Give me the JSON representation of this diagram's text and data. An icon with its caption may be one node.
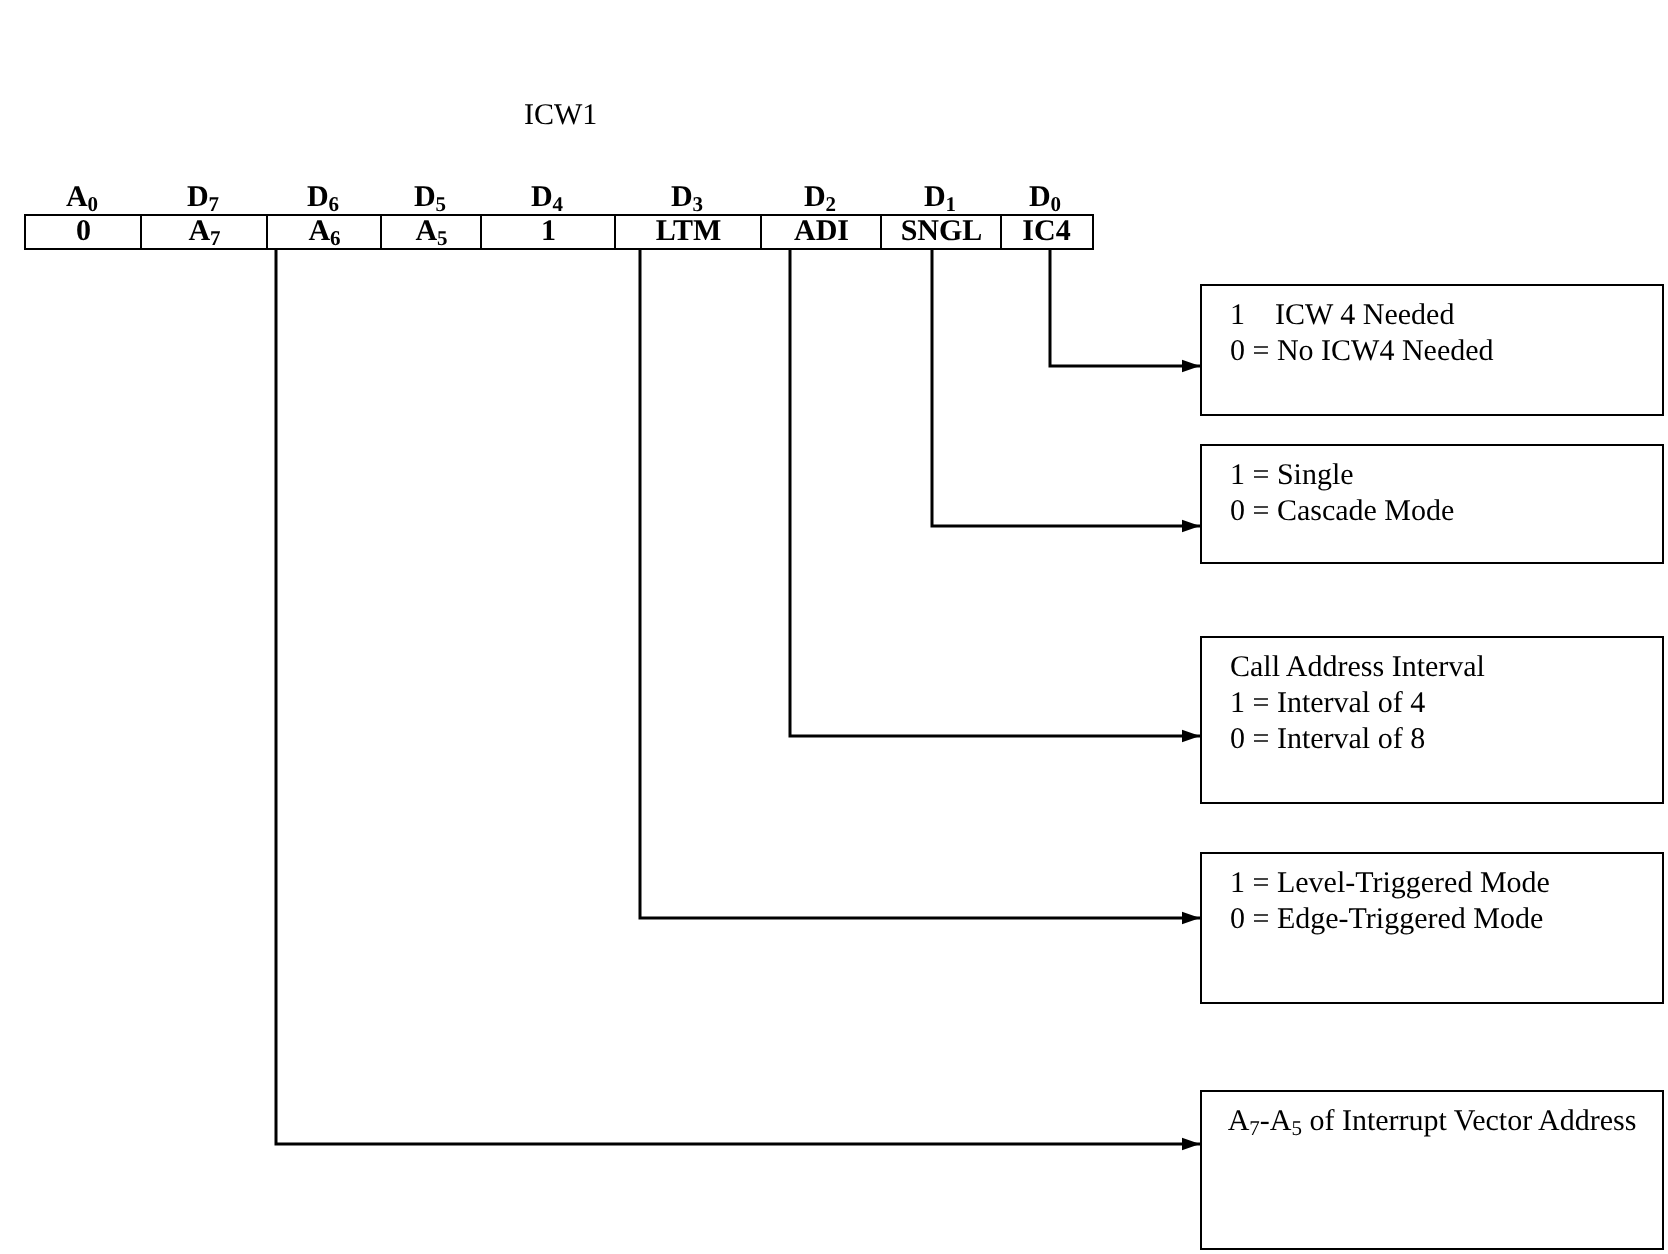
{
  "diagram": {
    "title": "ICW1",
    "nodes": [
      {
        "text": [
          "0"
        ]
      },
      {
        "text": [
          "A$_{7}$"
        ]
      },
      {
        "text": [
          "A$_{6}$"
        ]
      },
      {
        "text": [
          "A$_{5}$"
        ]
      },
      {
        "text": [
          "1"
        ]
      },
      {
        "text": [
          "LTM"
        ]
      },
      {
        "text": [
          "ADI"
        ]
      },
      {
        "text": [
          "SNGL"
        ]
      },
      {
        "text": [
          "IC4"
        ]
      },
      {
        "text": [
          "1    ICW 4 Needed",
          "0 = No ICW4 Needed"
        ]
      },
      {
        "text": [
          "1 = Single",
          "0 = Cascade Mode"
        ]
      },
      {
        "text": [
          "Call Address Interval",
          "1 = Interval of 4",
          "0 = Interval of 8"
        ]
      },
      {
        "text": [
          "1 = Level-Triggered Mode",
          "0 = Edge-Triggered Mode"
        ]
      },
      {
        "text": [
          "A$_{7}$-A$_{5}$ of Interrupt Vector Address"
        ]
      }
    ],
    "edges": [
      {
        "from": 8,
        "to": 9,
        "arrow": "to"
      },
      {
        "from": 7,
        "to": 10,
        "arrow": "to"
      },
      {
        "from": 6,
        "to": 11,
        "arrow": "to"
      },
      {
        "from": 5,
        "to": 12,
        "arrow": "to"
      },
      {
        "from": 2,
        "to": 13,
        "arrow": "to"
      }
    ],
    "labels": [
      "A$_{0}$",
      "D$_{7}$",
      "D$_{6}$",
      "D$_{5}$",
      "D$_{4}$",
      "D$_{3}$",
      "D$_{2}$",
      "D$_{1}$",
      "D$_{0}$"
    ]
  }
}
